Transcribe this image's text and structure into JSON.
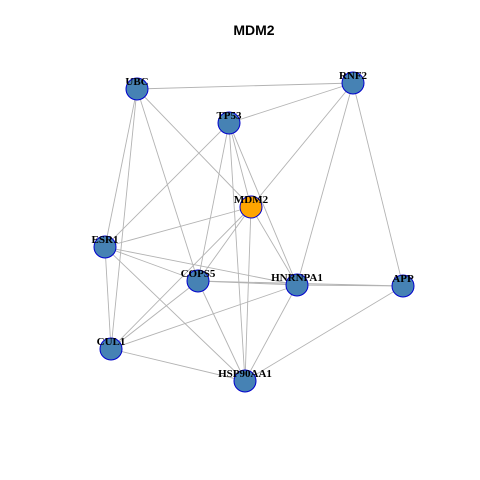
{
  "graph": {
    "title": "MDM2",
    "colors": {
      "hub_fill": "#FFA500",
      "node_fill": "#4682B4",
      "node_border": "#0000CD",
      "edge": "#B3B3B3"
    },
    "nodes": [
      {
        "id": "MDM2",
        "label": "MDM2",
        "hub": true
      },
      {
        "id": "UBC",
        "label": "UBC",
        "hub": false
      },
      {
        "id": "RNF2",
        "label": "RNF2",
        "hub": false
      },
      {
        "id": "TP53",
        "label": "TP53",
        "hub": false
      },
      {
        "id": "ESR1",
        "label": "ESR1",
        "hub": false
      },
      {
        "id": "COPS5",
        "label": "COPS5",
        "hub": false
      },
      {
        "id": "HNRNPA1",
        "label": "HNRNPA1",
        "hub": false
      },
      {
        "id": "APP",
        "label": "APP",
        "hub": false
      },
      {
        "id": "CUL1",
        "label": "CUL1",
        "hub": false
      },
      {
        "id": "HSP90AA1",
        "label": "HSP90AA1",
        "hub": false
      }
    ],
    "edges": [
      [
        "UBC",
        "RNF2"
      ],
      [
        "UBC",
        "MDM2"
      ],
      [
        "UBC",
        "ESR1"
      ],
      [
        "UBC",
        "COPS5"
      ],
      [
        "UBC",
        "CUL1"
      ],
      [
        "RNF2",
        "TP53"
      ],
      [
        "RNF2",
        "MDM2"
      ],
      [
        "RNF2",
        "HNRNPA1"
      ],
      [
        "RNF2",
        "APP"
      ],
      [
        "TP53",
        "ESR1"
      ],
      [
        "TP53",
        "MDM2"
      ],
      [
        "TP53",
        "COPS5"
      ],
      [
        "TP53",
        "HNRNPA1"
      ],
      [
        "TP53",
        "HSP90AA1"
      ],
      [
        "MDM2",
        "ESR1"
      ],
      [
        "MDM2",
        "COPS5"
      ],
      [
        "MDM2",
        "HNRNPA1"
      ],
      [
        "MDM2",
        "CUL1"
      ],
      [
        "MDM2",
        "HSP90AA1"
      ],
      [
        "ESR1",
        "COPS5"
      ],
      [
        "ESR1",
        "HNRNPA1"
      ],
      [
        "ESR1",
        "CUL1"
      ],
      [
        "ESR1",
        "HSP90AA1"
      ],
      [
        "COPS5",
        "HNRNPA1"
      ],
      [
        "COPS5",
        "APP"
      ],
      [
        "COPS5",
        "CUL1"
      ],
      [
        "COPS5",
        "HSP90AA1"
      ],
      [
        "HNRNPA1",
        "APP"
      ],
      [
        "HNRNPA1",
        "CUL1"
      ],
      [
        "HNRNPA1",
        "HSP90AA1"
      ],
      [
        "APP",
        "HSP90AA1"
      ],
      [
        "CUL1",
        "HSP90AA1"
      ]
    ]
  }
}
